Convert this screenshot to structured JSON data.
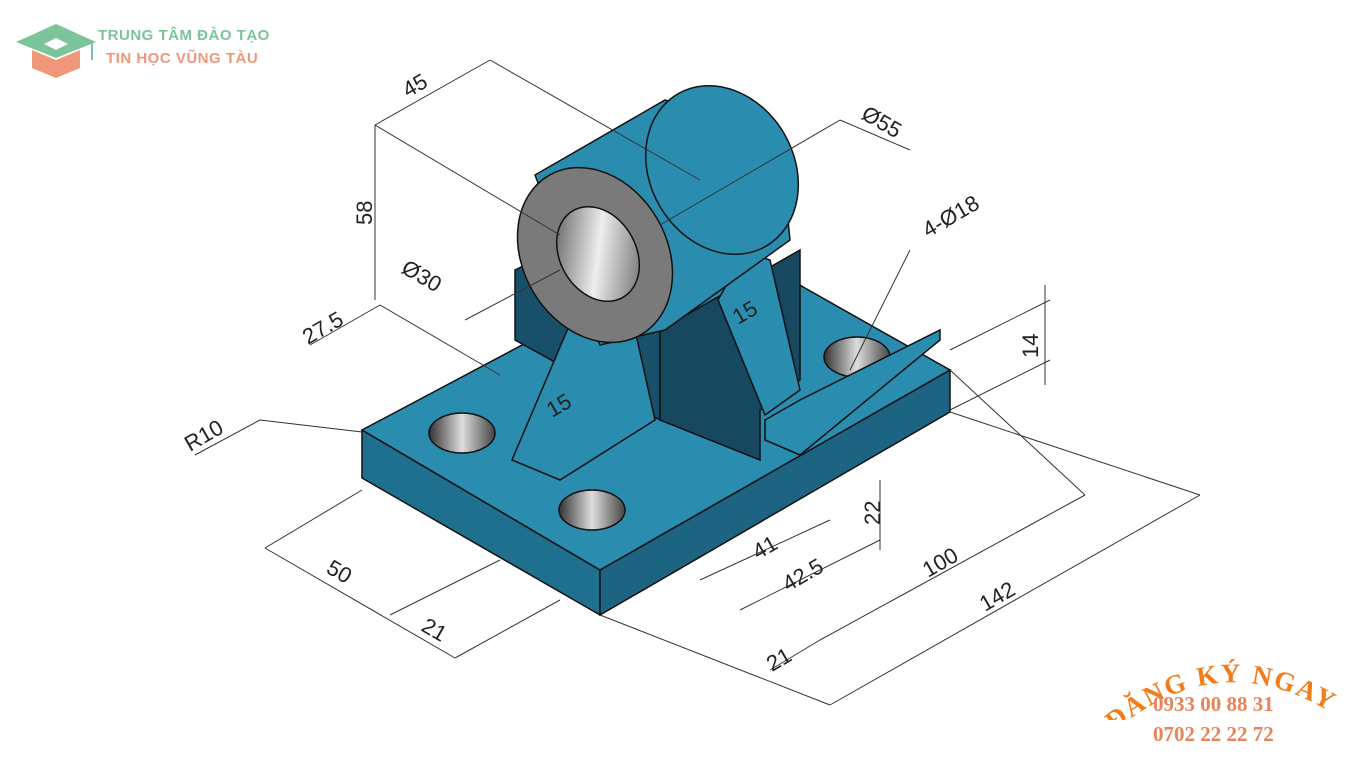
{
  "logo": {
    "line1": "TRUNG TÂM ĐÀO TẠO",
    "line2": "TIN HỌC VŨNG TÀU",
    "green": "#7cc49a",
    "salmon": "#f0967a"
  },
  "part_color": "#2a8db0",
  "dimensions": {
    "d45": "45",
    "d58": "58",
    "d55": "Ø55",
    "d4x18": "4-Ø18",
    "d30": "Ø30",
    "d27_5": "27.5",
    "r10": "R10",
    "rib1": "15",
    "rib2": "15",
    "d14": "14",
    "d22": "22",
    "d41": "41",
    "d42_5": "42.5",
    "d100": "100",
    "d142": "142",
    "d50": "50",
    "d21a": "21",
    "d21b": "21"
  },
  "cta": {
    "title": "ĐĂNG KÝ NGAY",
    "phone1": "0933 00 88 31",
    "phone2": "0702 22 22 72",
    "color": "#f07d1a"
  }
}
